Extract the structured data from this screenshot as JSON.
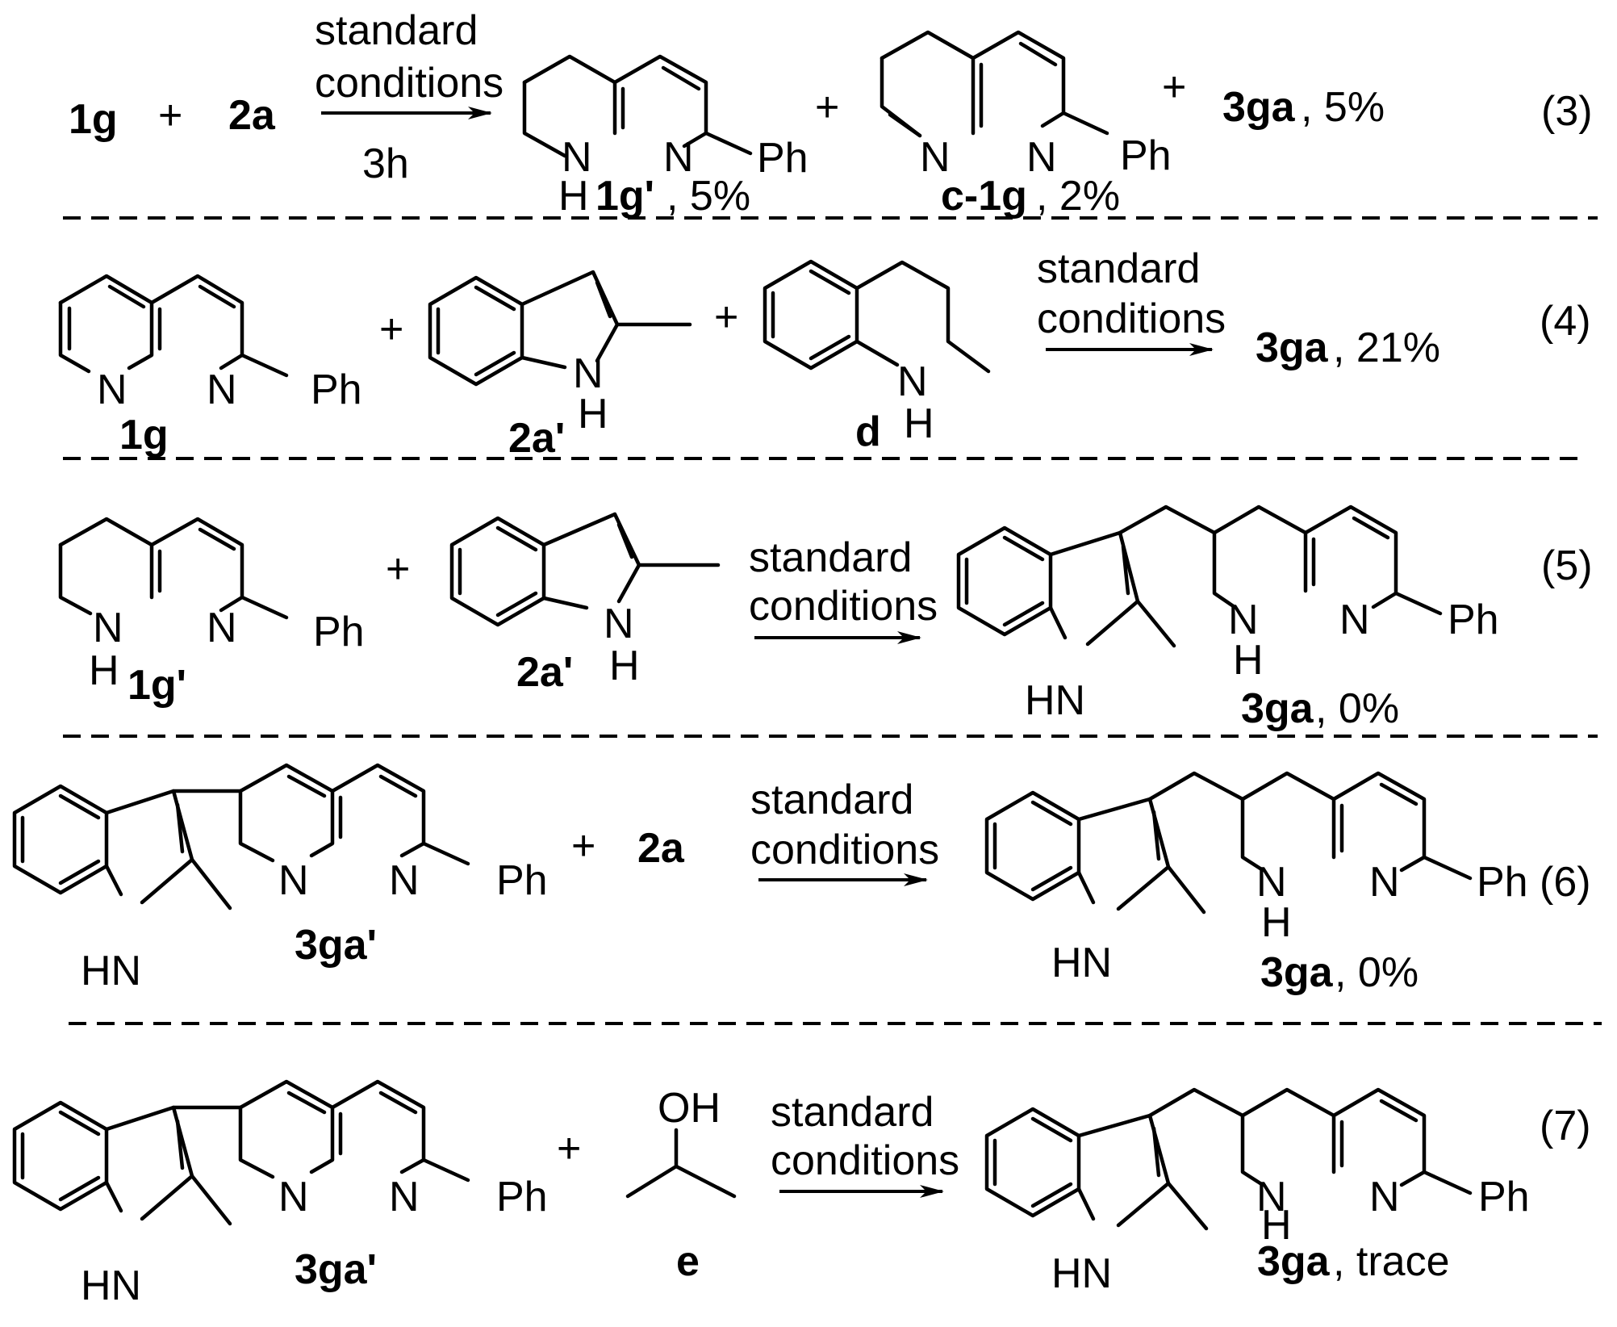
{
  "reactions": [
    {
      "number": "(3)",
      "reactants": [
        "1g",
        "2a"
      ],
      "plus": "+",
      "conditions": [
        "standard",
        "conditions"
      ],
      "time": "3h",
      "products": [
        {
          "label": "1g'",
          "yield": ", 5%"
        },
        {
          "label": "c-1g",
          "yield": ", 2%"
        },
        {
          "label": "3ga",
          "yield": ", 5%"
        }
      ]
    },
    {
      "number": "(4)",
      "reactants": [
        "1g",
        "2a'",
        "d"
      ],
      "plus": "+",
      "conditions": [
        "standard",
        "conditions"
      ],
      "products": [
        {
          "label": "3ga",
          "yield": ", 21%"
        }
      ]
    },
    {
      "number": "(5)",
      "reactants": [
        "1g'",
        "2a'"
      ],
      "plus": "+",
      "conditions": [
        "standard",
        "conditions"
      ],
      "products": [
        {
          "label": "3ga",
          "yield": ", 0%"
        }
      ]
    },
    {
      "number": "(6)",
      "reactants": [
        "3ga'",
        "2a"
      ],
      "plus": "+",
      "conditions": [
        "standard",
        "conditions"
      ],
      "products": [
        {
          "label": "3ga",
          "yield": ", 0%"
        }
      ]
    },
    {
      "number": "(7)",
      "reactants": [
        "3ga'",
        "e"
      ],
      "plus": "+",
      "conditions": [
        "standard",
        "conditions"
      ],
      "products": [
        {
          "label": "3ga",
          "yield": ", trace"
        }
      ]
    }
  ],
  "atoms": {
    "N": "N",
    "H": "H",
    "NH": "N",
    "HN": "HN",
    "Ph": "Ph",
    "OH": "OH"
  }
}
